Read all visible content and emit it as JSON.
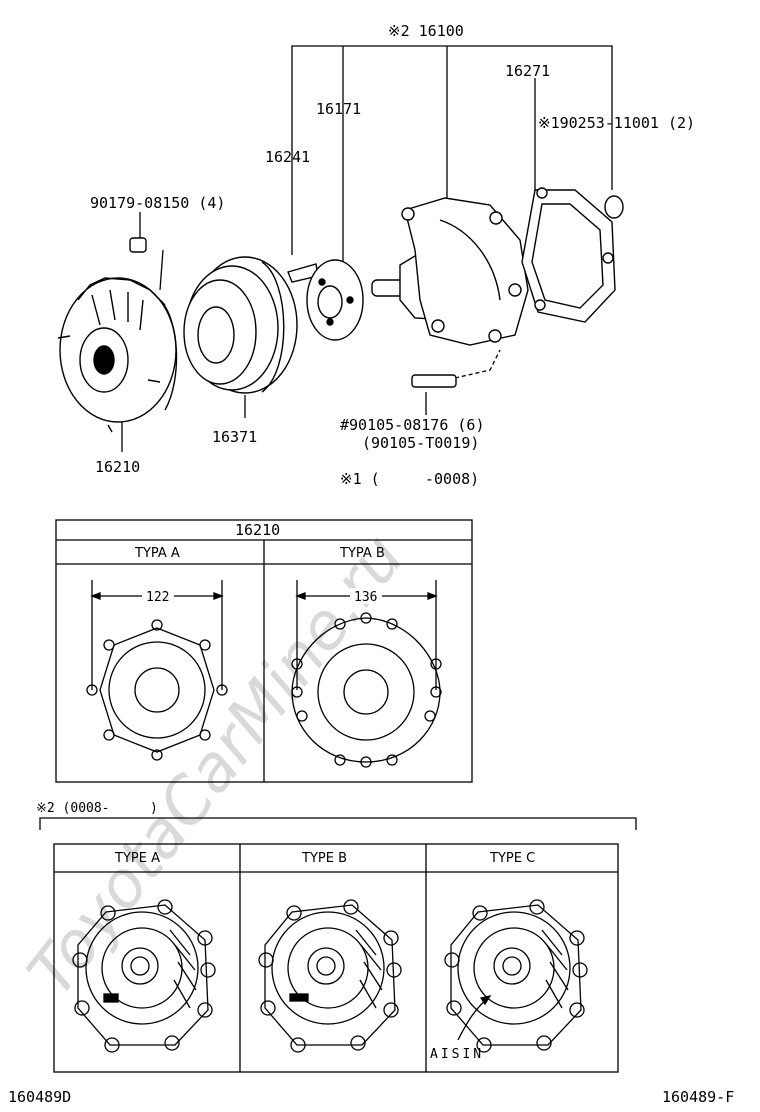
{
  "labels": {
    "assy": "※2 16100",
    "p16271": "16271",
    "p16171": "16171",
    "p90253": "※190253-11001 (2)",
    "p16241": "16241",
    "p90179": "90179-08150 (4)",
    "p90105a": "#90105-08176 (6)",
    "p90105b": "(90105-T0019)",
    "p16371": "16371",
    "p16210": "16210",
    "note1_mark": "※1 (",
    "note1_val": "-0008)"
  },
  "table1": {
    "title": "16210",
    "col_a": "TYPA A",
    "col_b": "TYPA B",
    "dim_a": "122",
    "dim_b": "136"
  },
  "note2": {
    "mark": "※2 (0008-",
    "close": ")"
  },
  "table2": {
    "col_a": "TYPE A",
    "col_b": "TYPE B",
    "col_c": "TYPE C",
    "aisin": "AISIN"
  },
  "footer": {
    "left": "160489D",
    "right": "160489-F"
  },
  "watermark": "ToyotaCarMine.ru"
}
